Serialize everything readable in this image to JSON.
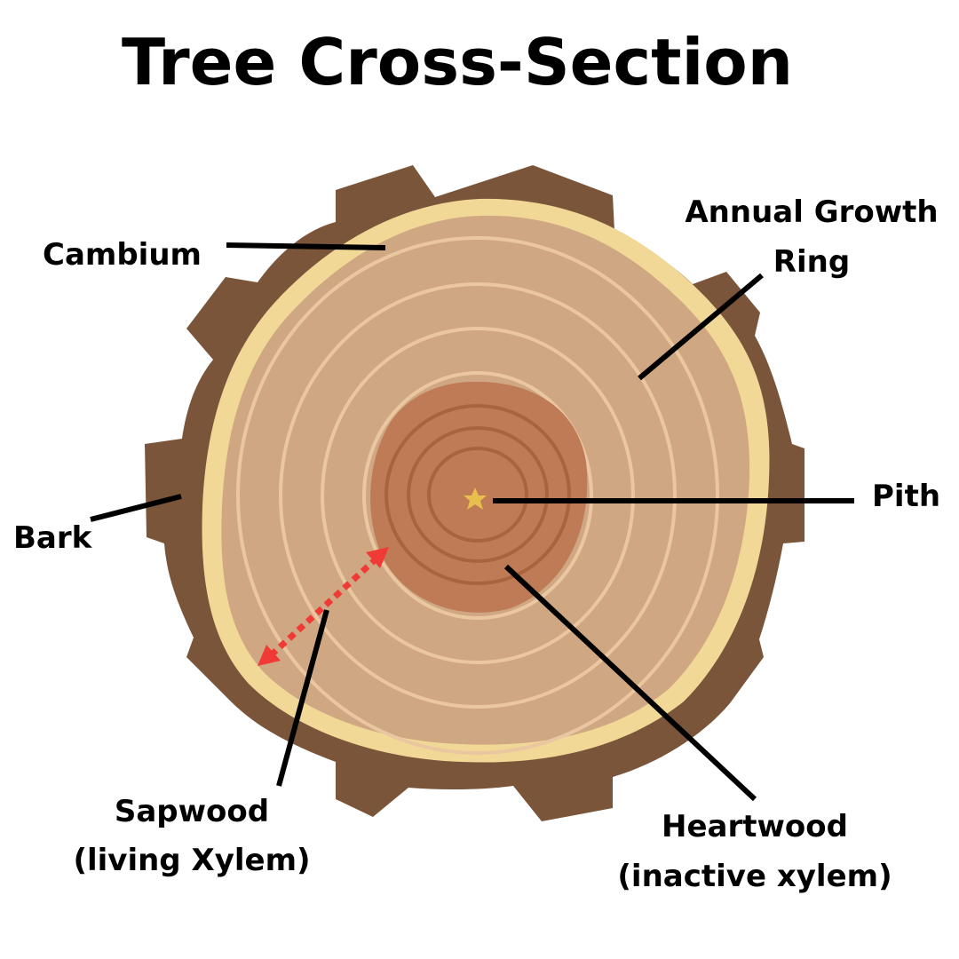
{
  "title": "Tree Cross-Section",
  "colors": {
    "bark": "#7a553a",
    "cambium": "#f2d897",
    "sapwood": "#cfa883",
    "sapwood_ring": "#ebc7a1",
    "heartwood": "#bf7b55",
    "heartwood_ring": "#a9643f",
    "pith": "#e8bf4e",
    "arrow": "#ef3a35",
    "leader": "#000000"
  },
  "labels": {
    "cambium": "Cambium",
    "annual_ring_line1": "Annual Growth",
    "annual_ring_line2": "Ring",
    "pith": "Pith",
    "bark": "Bark",
    "sapwood_line1": "Sapwood",
    "sapwood_line2": "(living Xylem)",
    "heartwood_line1": "Heartwood",
    "heartwood_line2": "(inactive xylem)"
  }
}
